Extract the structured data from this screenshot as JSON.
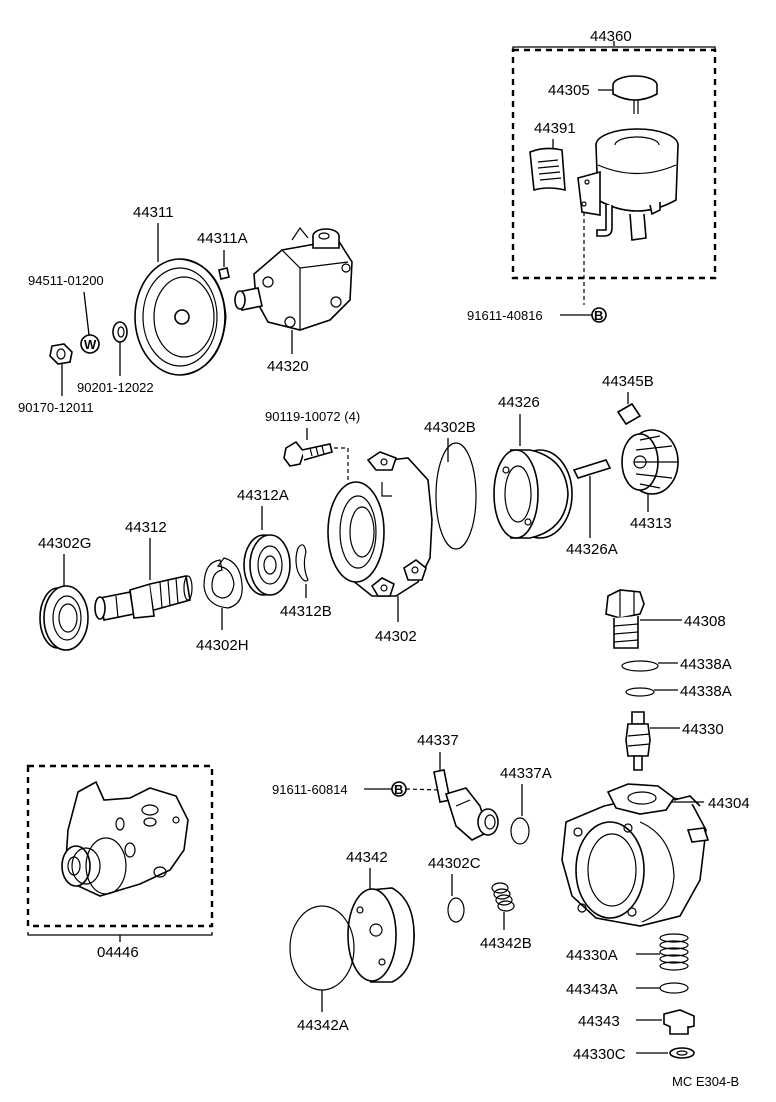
{
  "parts": {
    "p44360": "44360",
    "p44305": "44305",
    "p44391": "44391",
    "p91611_40816": "91611-40816",
    "p44311": "44311",
    "p44311A": "44311A",
    "p94511_01200": "94511-01200",
    "p90201_12022": "90201-12022",
    "p90170_12011": "90170-12011",
    "p44320": "44320",
    "p44345B": "44345B",
    "p90119_10072": "90119-10072 (4)",
    "p44302B": "44302B",
    "p44326": "44326",
    "p44312A": "44312A",
    "p44312": "44312",
    "p44302G": "44302G",
    "p44313": "44313",
    "p44326A": "44326A",
    "p44312B": "44312B",
    "p44302H": "44302H",
    "p44302": "44302",
    "p44308": "44308",
    "p44338A_1": "44338A",
    "p44338A_2": "44338A",
    "p44330": "44330",
    "p44337": "44337",
    "p44337A": "44337A",
    "p91611_60814": "91611-60814",
    "p44304": "44304",
    "p44342": "44342",
    "p44302C": "44302C",
    "p44342B": "44342B",
    "p04446": "04446",
    "p44330A": "44330A",
    "p44343A": "44343A",
    "p44343": "44343",
    "p44330C": "44330C",
    "p44342A": "44342A"
  },
  "markers": {
    "bolt_ref": "B",
    "washer_ref": "W"
  },
  "footer": {
    "code": "MC  E304-B"
  }
}
